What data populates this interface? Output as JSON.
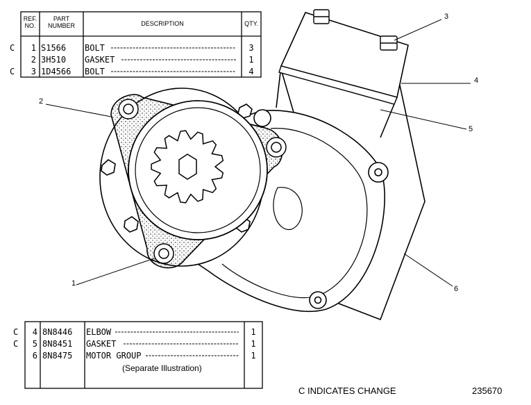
{
  "top_table": {
    "headers": {
      "ref": "REF.\nNO.",
      "part": "PART\nNUMBER",
      "desc": "DESCRIPTION",
      "qty": "QTY."
    },
    "rows": [
      {
        "flag": "C",
        "ref": "1",
        "part": "S1566",
        "desc": "BOLT",
        "qty": "3"
      },
      {
        "flag": "",
        "ref": "2",
        "part": "3H510",
        "desc": "GASKET",
        "qty": "1"
      },
      {
        "flag": "C",
        "ref": "3",
        "part": "1D4566",
        "desc": "BOLT",
        "qty": "4"
      }
    ]
  },
  "bottom_table": {
    "rows": [
      {
        "flag": "C",
        "ref": "4",
        "part": "8N8446",
        "desc": "ELBOW",
        "qty": "1"
      },
      {
        "flag": "C",
        "ref": "5",
        "part": "8N8451",
        "desc": "GASKET",
        "qty": "1"
      },
      {
        "flag": "",
        "ref": "6",
        "part": "8N8475",
        "desc": "MOTOR GROUP",
        "qty": "1"
      }
    ],
    "note": "(Separate Illustration)"
  },
  "callouts": [
    "1",
    "2",
    "3",
    "4",
    "5",
    "6"
  ],
  "footer": {
    "legend": "C INDICATES CHANGE",
    "drawing_number": "235670"
  }
}
